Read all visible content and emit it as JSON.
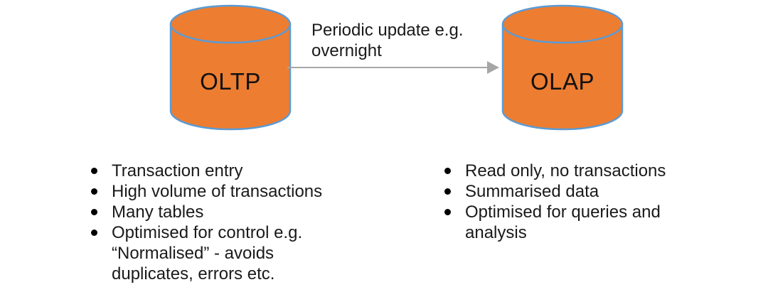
{
  "diagram": {
    "oltp": {
      "label": "OLTP"
    },
    "olap": {
      "label": "OLAP"
    },
    "arrow": {
      "label": "Periodic update e.g.\novernight"
    }
  },
  "lists": {
    "oltp": {
      "items": [
        "Transaction entry",
        "High volume of transactions",
        "Many tables",
        "Optimised for control e.g.\n“Normalised” - avoids\nduplicates, errors etc."
      ]
    },
    "olap": {
      "items": [
        "Read only, no transactions",
        "Summarised data",
        "Optimised for queries and\nanalysis"
      ]
    }
  },
  "colors": {
    "cylinder_fill": "#ED7D31",
    "cylinder_stroke": "#5B9BD5",
    "arrow": "#A6A6A6",
    "text": "#1A1A1A",
    "background": "#FFFFFF"
  }
}
